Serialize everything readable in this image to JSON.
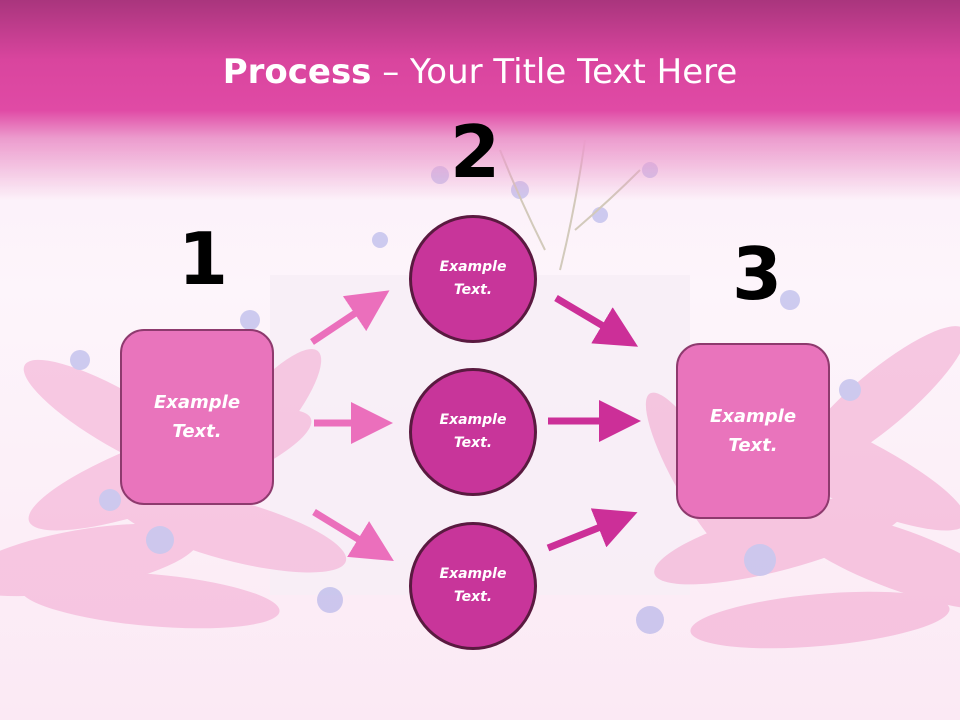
{
  "slide": {
    "title_bold": "Process",
    "title_rest": " – Your Title Text Here"
  },
  "steps": [
    {
      "number": "1",
      "label": "Example\nText."
    },
    {
      "number": "2",
      "label": "Example\nText."
    },
    {
      "number": "3",
      "label": "Example\nText."
    }
  ],
  "middle_nodes": [
    {
      "label": "Example\nText."
    },
    {
      "label": "Example\nText."
    },
    {
      "label": "Example\nText."
    }
  ],
  "colors": {
    "header": "#e04aa5",
    "box_fill": "#e974bc",
    "circle_fill": "#c8359a",
    "arrow_light": "#eb6fbc",
    "arrow_dark": "#cc2f98"
  }
}
